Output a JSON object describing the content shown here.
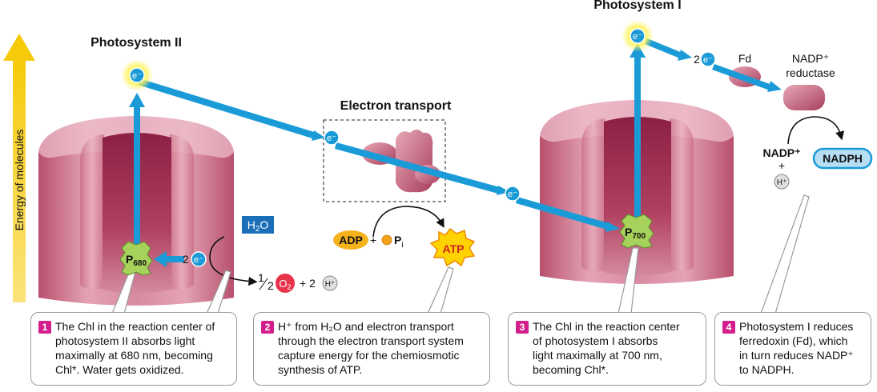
{
  "axis": {
    "energy_label": "Energy of molecules"
  },
  "titles": {
    "photosystem_ii": "Photosystem II",
    "photosystem_i": "Photosystem I",
    "electron_transport": "Electron transport"
  },
  "labels": {
    "electron": "e⁻",
    "two": "2",
    "p680_main": "P",
    "p680_sub": "680",
    "p700_main": "P",
    "p700_sub": "700",
    "h2o_main": "H",
    "h2o_sub": "2",
    "h2o_end": "O",
    "half_num": "1",
    "half_den": "2",
    "o2_main": "O",
    "o2_sub": "2",
    "plus_two": "+ 2",
    "h_plus": "H⁺",
    "adp": "ADP",
    "plus": "+",
    "pi_main": "P",
    "pi_sub": "i",
    "atp": "ATP",
    "fd": "Fd",
    "nadp_reductase_l1": "NADP⁺",
    "nadp_reductase_l2": "reductase",
    "nadp_plus": "NADP⁺",
    "h_plus_small": "H⁺",
    "nadph": "NADPH"
  },
  "callouts": [
    {
      "num": "1",
      "lines": [
        "The Chl in the reaction center of",
        "photosystem II absorbs light",
        "maximally at 680 nm, becoming",
        "Chl*. Water gets oxidized."
      ]
    },
    {
      "num": "2",
      "lines": [
        "H⁺ from H₂O and electron transport",
        "through the electron transport system",
        "capture energy for the chemiosmotic",
        "synthesis of ATP."
      ]
    },
    {
      "num": "3",
      "lines": [
        "The Chl in the reaction center",
        "of photosystem I absorbs",
        "light maximally at 700 nm,",
        "becoming Chl*."
      ]
    },
    {
      "num": "4",
      "lines": [
        "Photosystem I reduces",
        "ferredoxin (Fd), which",
        "in turn reduces NADP⁺",
        "to NADPH."
      ]
    }
  ],
  "colors": {
    "arrow_blue": "#1a9bd7",
    "protein_pink": "#c9677f",
    "protein_dark": "#8c1f45",
    "center_green": "#a6d15a",
    "o2_red": "#e8334a",
    "adp_yellow": "#f4b21b",
    "atp_burst": "#ffd200",
    "energy_arrow": "#f7d117",
    "callout_num": "#d21f8c"
  }
}
